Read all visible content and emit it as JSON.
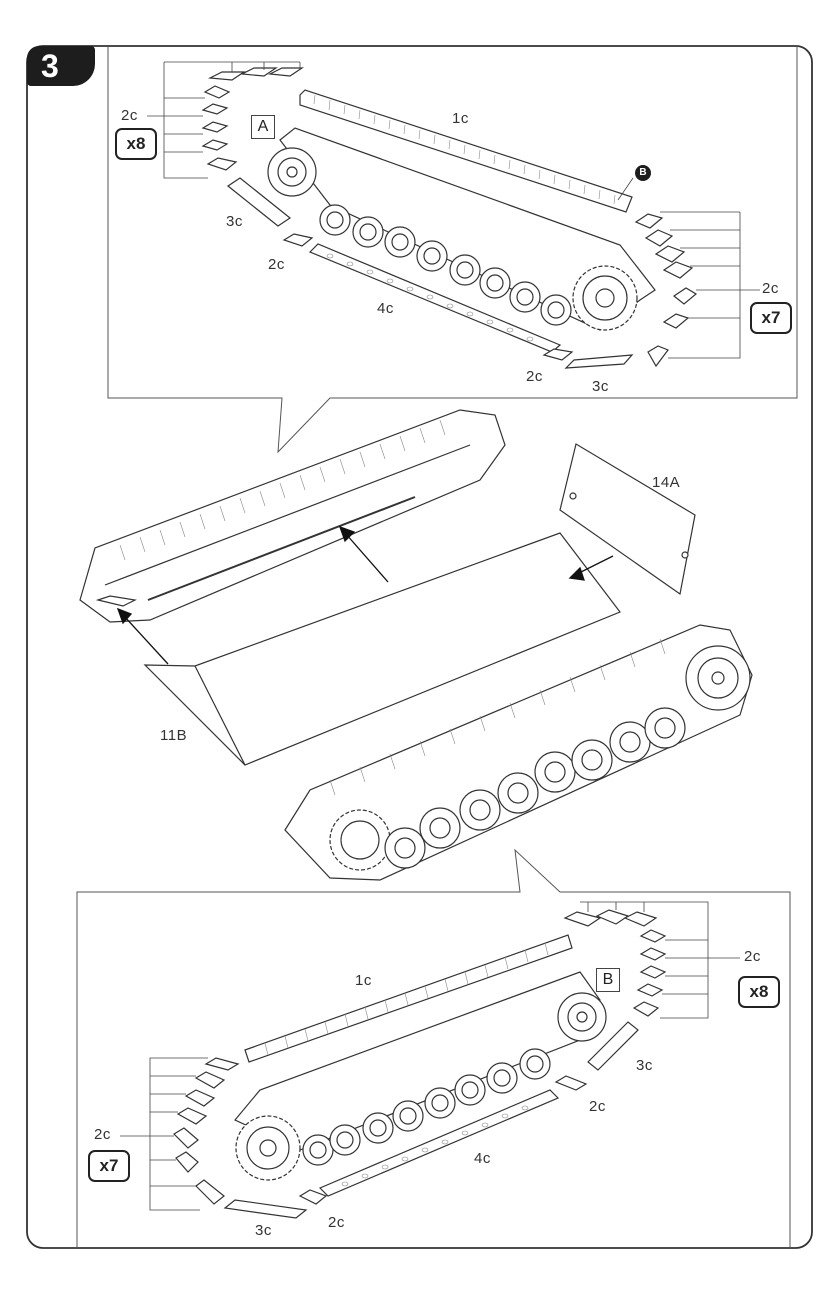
{
  "step": {
    "number": "3"
  },
  "panel_top": {
    "view_label": "A",
    "parts": {
      "track_top": "1c",
      "link_single_left": "2c",
      "link_single_mid": "2c",
      "link_single_right": "2c",
      "link_segment_short_left": "3c",
      "link_segment_short_right": "3c",
      "link_segment_long": "4c"
    },
    "multiplier_left": "x8",
    "multiplier_right": "x7",
    "marker": "B"
  },
  "panel_middle": {
    "parts": {
      "hull_bottom": "11B",
      "rear_plate": "14A"
    }
  },
  "panel_bottom": {
    "view_label": "B",
    "parts": {
      "track_top": "1c",
      "link_single_right": "2c",
      "link_single_mid": "2c",
      "link_single_left": "2c",
      "link_segment_short_right": "3c",
      "link_segment_short_left": "3c",
      "link_segment_long": "4c"
    },
    "multiplier_right": "x8",
    "multiplier_left": "x7"
  }
}
